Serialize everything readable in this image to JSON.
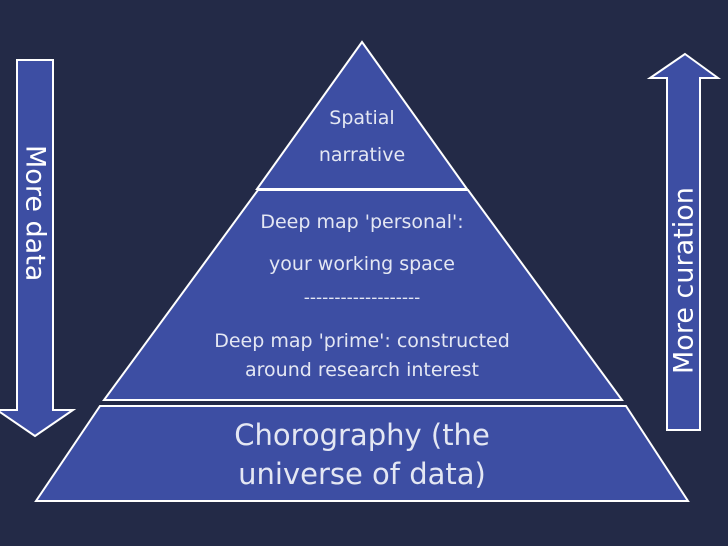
{
  "pyramid": {
    "top": {
      "line1": "Spatial",
      "line2": "narrative"
    },
    "middle": {
      "line1": "Deep map 'personal':",
      "line2": "your working space",
      "divider": "-------------------",
      "line3": "Deep map 'prime': constructed",
      "line4": "around research interest"
    },
    "base": {
      "line1": "Chorography (the",
      "line2": "universe of data)"
    }
  },
  "left_arrow": {
    "label": "More data",
    "direction": "down"
  },
  "right_arrow": {
    "label": "More curation",
    "direction": "up"
  },
  "colors": {
    "background": "#232a47",
    "fill": "#3d4ea3",
    "outline": "#ffffff",
    "text": "#e4e7f3"
  }
}
